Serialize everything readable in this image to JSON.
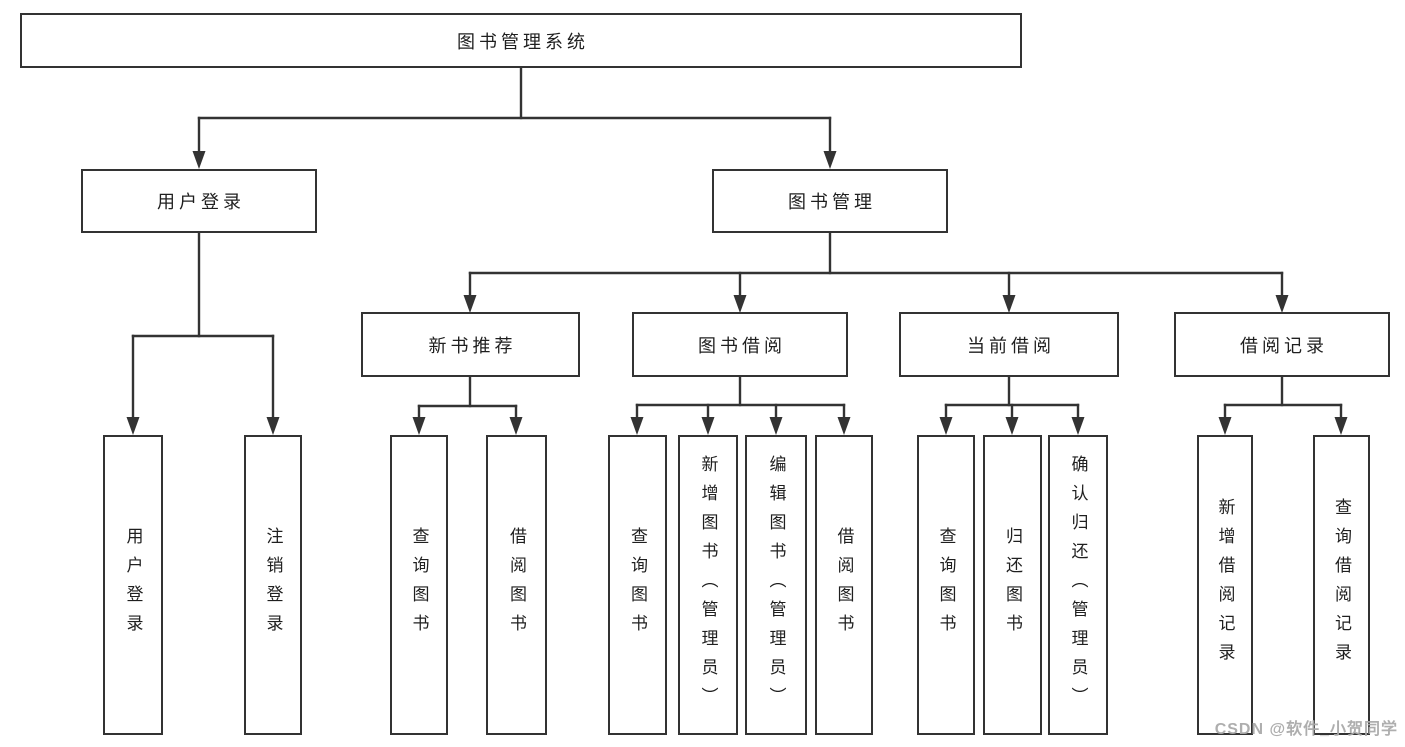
{
  "root": {
    "label": "图书管理系统"
  },
  "branches": {
    "user_login": {
      "label": "用户登录",
      "children": [
        "用户登录",
        "注销登录"
      ]
    },
    "book_management": {
      "label": "图书管理",
      "sections": [
        {
          "label": "新书推荐",
          "children": [
            "查询图书",
            "借阅图书"
          ]
        },
        {
          "label": "图书借阅",
          "children": [
            "查询图书",
            "新增图书（管理员）",
            "编辑图书（管理员）",
            "借阅图书"
          ]
        },
        {
          "label": "当前借阅",
          "children": [
            "查询图书",
            "归还图书",
            "确认归还（管理员）"
          ]
        },
        {
          "label": "借阅记录",
          "children": [
            "新增借阅记录",
            "查询借阅记录"
          ]
        }
      ]
    }
  },
  "watermark": "CSDN @软件_小贺同学",
  "colors": {
    "box_border": "#333333",
    "connector_line": "#333333",
    "box_fill": "#ffffff",
    "text": "#1f1f1f",
    "watermark": "#aaaaaa",
    "background": "#ffffff"
  }
}
